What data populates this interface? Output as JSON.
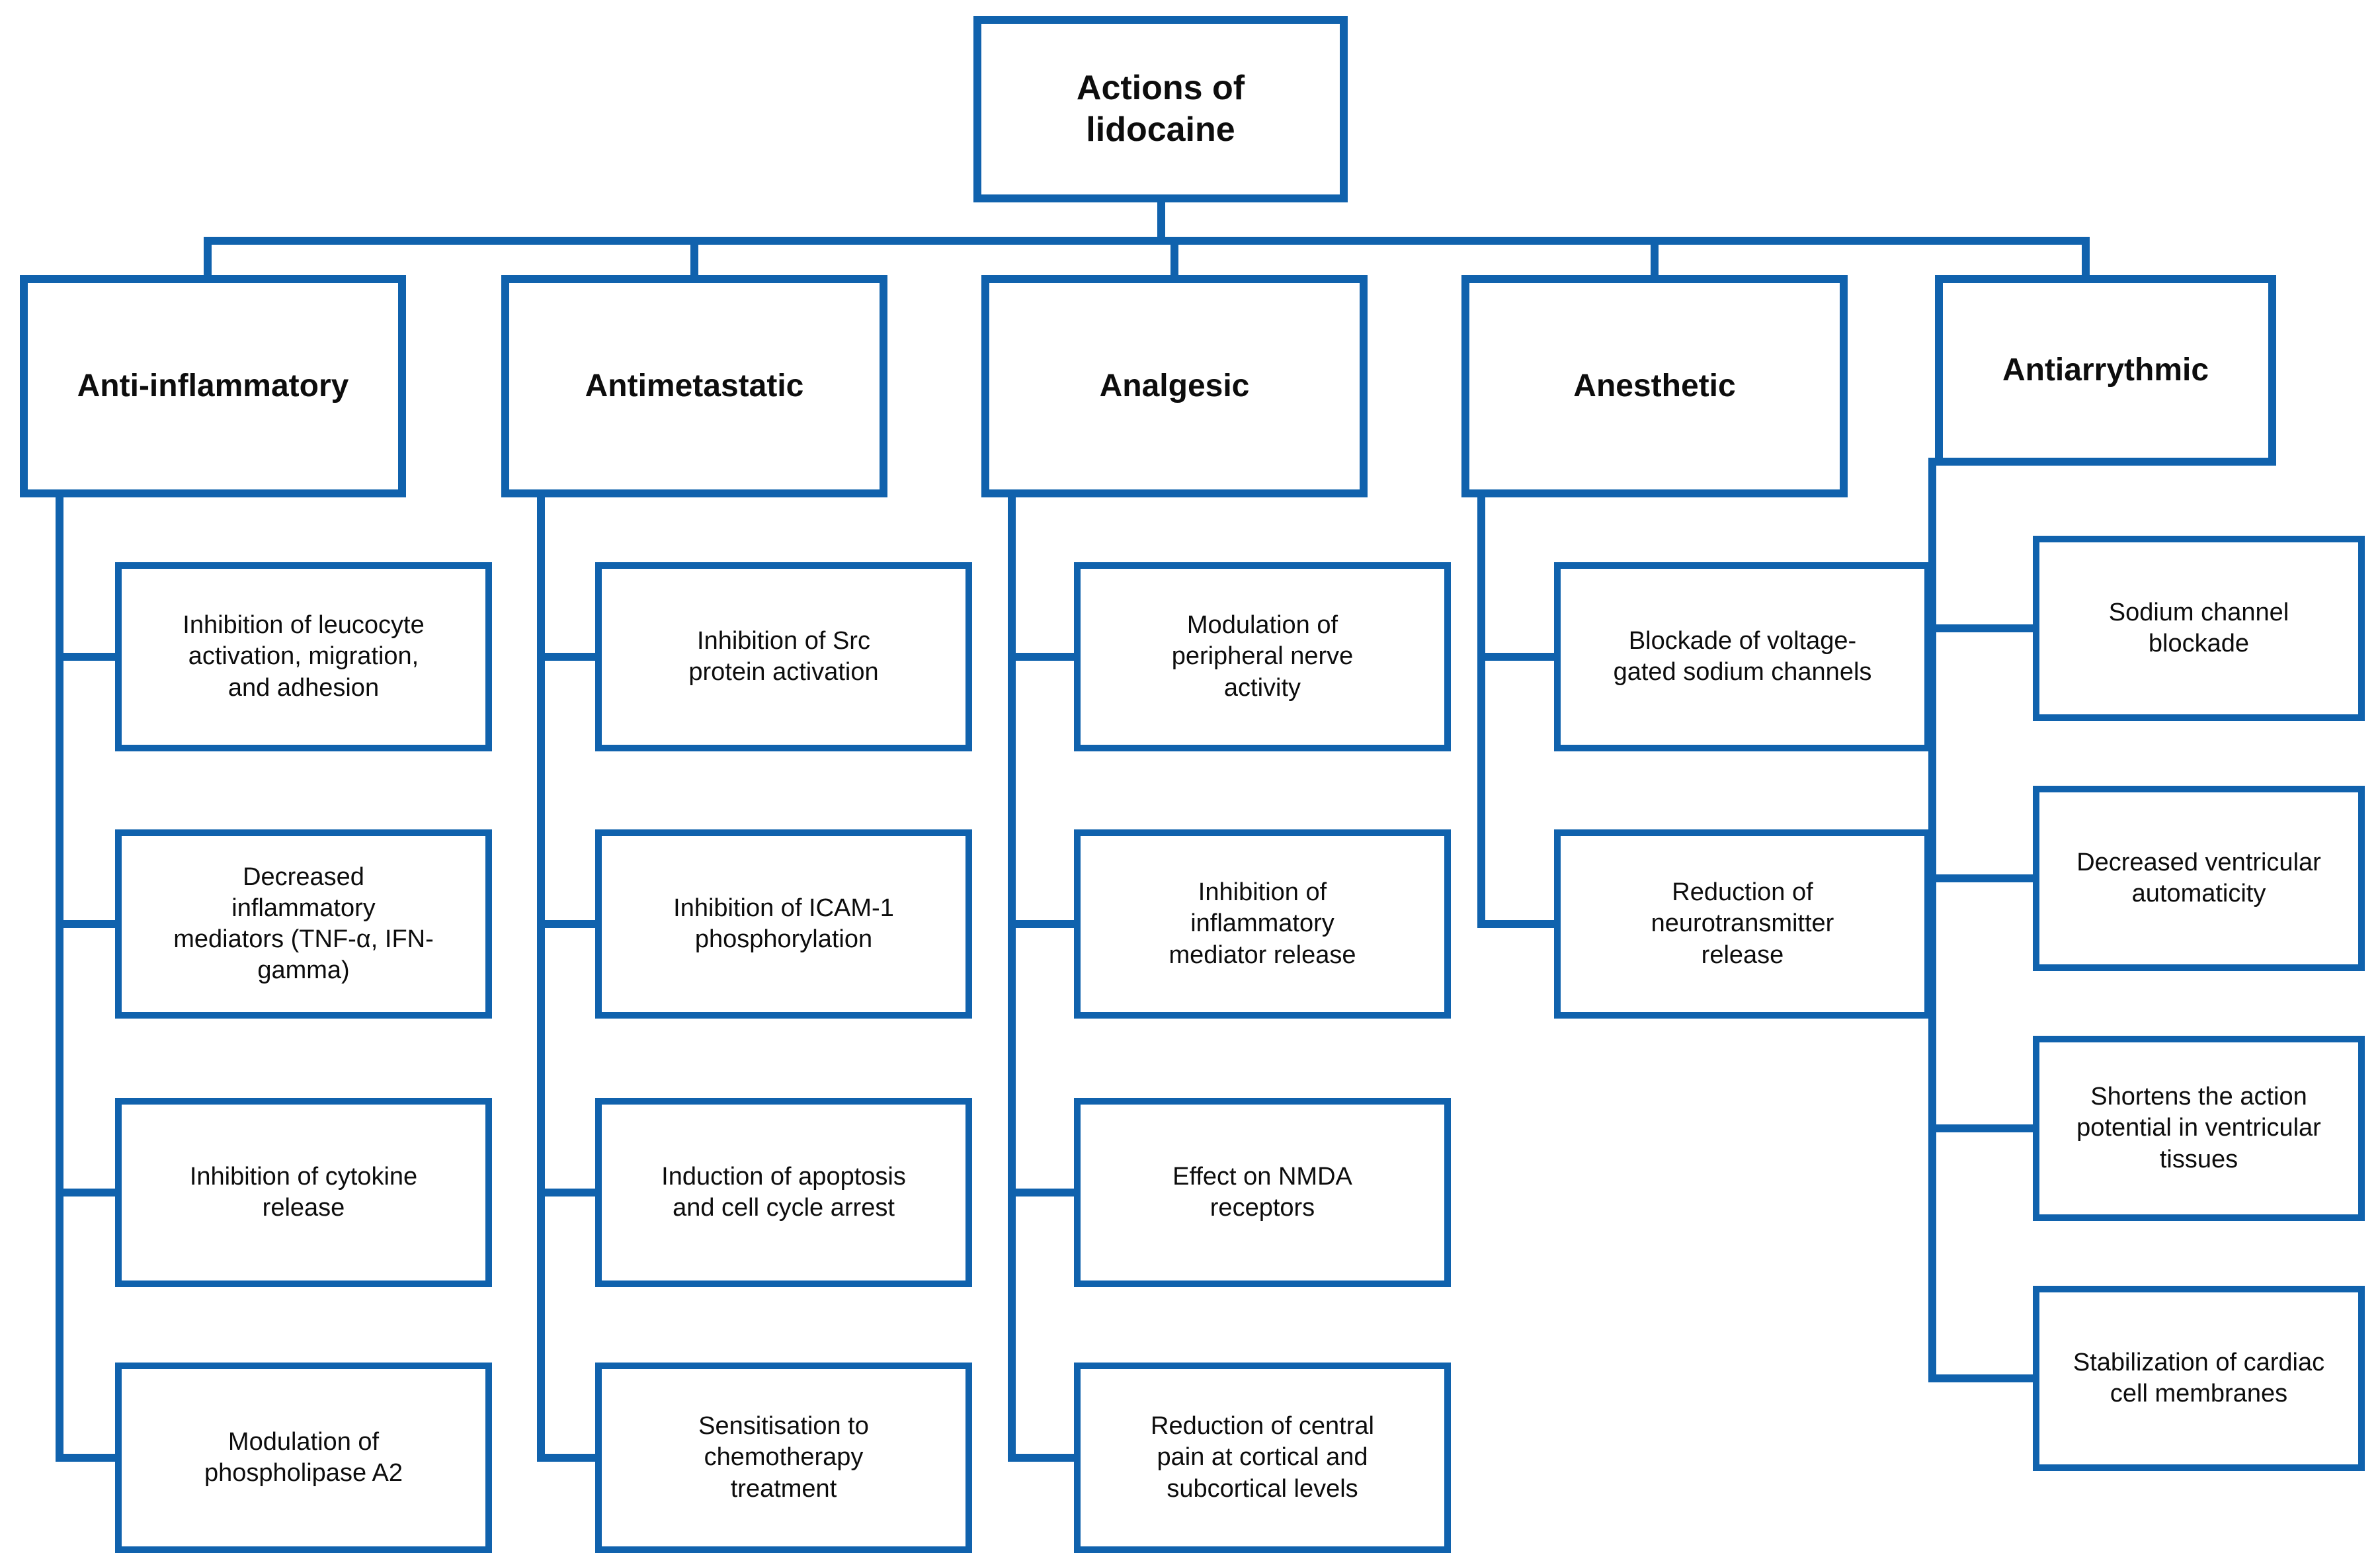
{
  "title": "Actions of\nlidocaine",
  "colors": {
    "accent": "#1062AD",
    "text": "#0d0d0d",
    "background": "#ffffff"
  },
  "diagram_type": "hierarchy-flowchart",
  "columns": [
    {
      "header": "Anti-inflammatory",
      "children": [
        "Inhibition of leucocyte\nactivation, migration,\nand adhesion",
        "Decreased\ninflammatory\nmediators (TNF-α, IFN-\ngamma)",
        "Inhibition of cytokine\nrelease",
        "Modulation of\nphospholipase A2"
      ]
    },
    {
      "header": "Antimetastatic",
      "children": [
        "Inhibition of Src\nprotein activation",
        "Inhibition of ICAM-1\nphosphorylation",
        "Induction of apoptosis\nand cell cycle arrest",
        "Sensitisation to\nchemotherapy\ntreatment"
      ]
    },
    {
      "header": "Analgesic",
      "children": [
        "Modulation of\nperipheral nerve\nactivity",
        "Inhibition of\ninflammatory\nmediator release",
        "Effect on NMDA\nreceptors",
        "Reduction of central\npain at cortical and\nsubcortical levels"
      ]
    },
    {
      "header": "Anesthetic",
      "children": [
        "Blockade of voltage-\ngated sodium channels",
        "Reduction of\nneurotransmitter\nrelease"
      ]
    },
    {
      "header": "Antiarrythmic",
      "children": [
        "Sodium channel\nblockade",
        "Decreased ventricular\nautomaticity",
        "Shortens the action\npotential in ventricular\ntissues",
        "Stabilization of cardiac\ncell membranes"
      ]
    }
  ]
}
